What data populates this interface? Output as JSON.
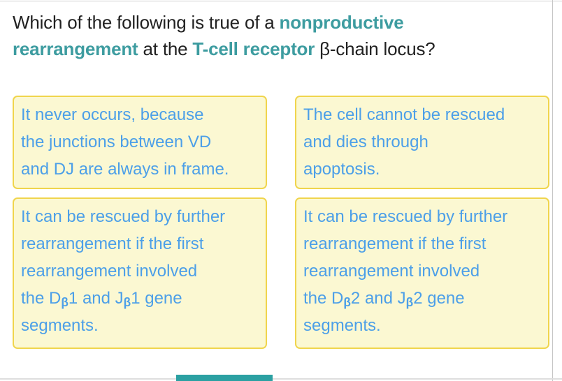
{
  "question": {
    "part1": "Which of the following is true of a ",
    "keyword1": "nonproductive\nrearrangement",
    "part2": " at the ",
    "keyword2": "T-cell receptor",
    "part3": " β-chain locus?"
  },
  "options": [
    {
      "text": "It never occurs, because\nthe junctions between VD\nand DJ are always in frame."
    },
    {
      "text": "The cell cannot be rescued\nand dies through\napoptosis."
    },
    {
      "pre": "It can be rescued by further\nrearrangement if the first\nrearrangement involved\nthe D",
      "sub1": "β",
      "mid": "1 and J",
      "sub2": "β",
      "post": "1 gene\nsegments."
    },
    {
      "pre": "It can be rescued by further\nrearrangement if the first\nrearrangement involved\nthe D",
      "sub1": "β",
      "mid": "2 and J",
      "sub2": "β",
      "post": "2 gene\nsegments."
    }
  ],
  "colors": {
    "question_text": "#212121",
    "keyword_teal": "#3d9ca0",
    "option_text": "#4c9fe8",
    "option_box_bg": "#fbf8d2",
    "option_box_border": "#f0d54d",
    "page_border_gray": "#cfcfcf",
    "progress_teal": "#2ba0a2"
  }
}
